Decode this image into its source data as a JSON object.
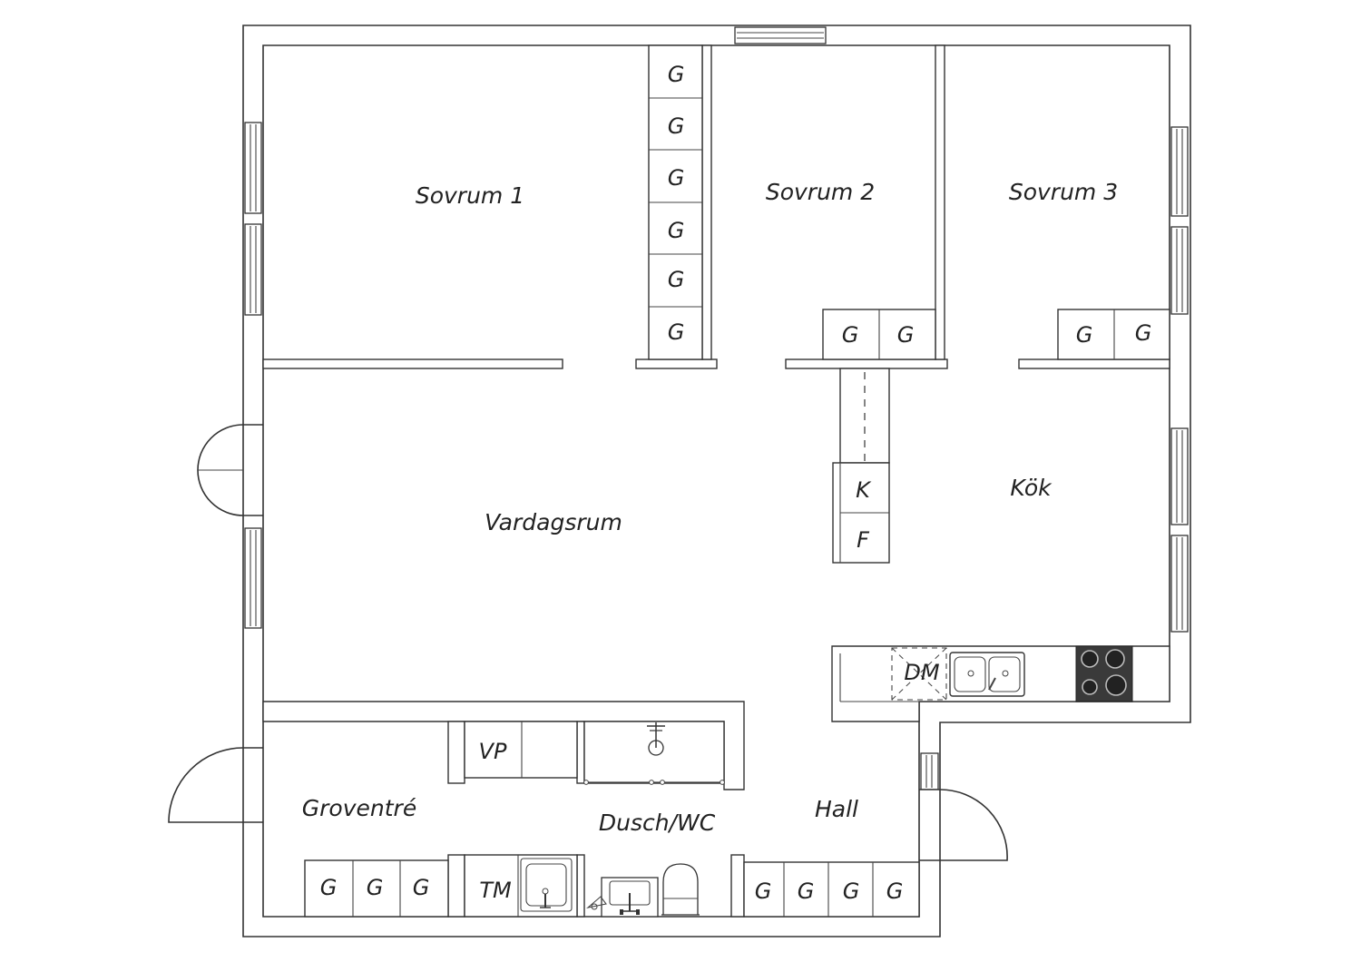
{
  "rooms": {
    "sovrum1": "Sovrum 1",
    "sovrum2": "Sovrum 2",
    "sovrum3": "Sovrum 3",
    "vardagsrum": "Vardagsrum",
    "kok": "Kök",
    "groventre": "Groventré",
    "dusch_wc": "Dusch/WC",
    "hall": "Hall"
  },
  "fixtures": {
    "wardrobe": "G",
    "fridge": "K",
    "freezer": "F",
    "dishwasher": "DM",
    "water_heater": "VP",
    "dryer": "TM"
  },
  "colors": {
    "line": "#333333",
    "stove": "#3a3a3a"
  }
}
